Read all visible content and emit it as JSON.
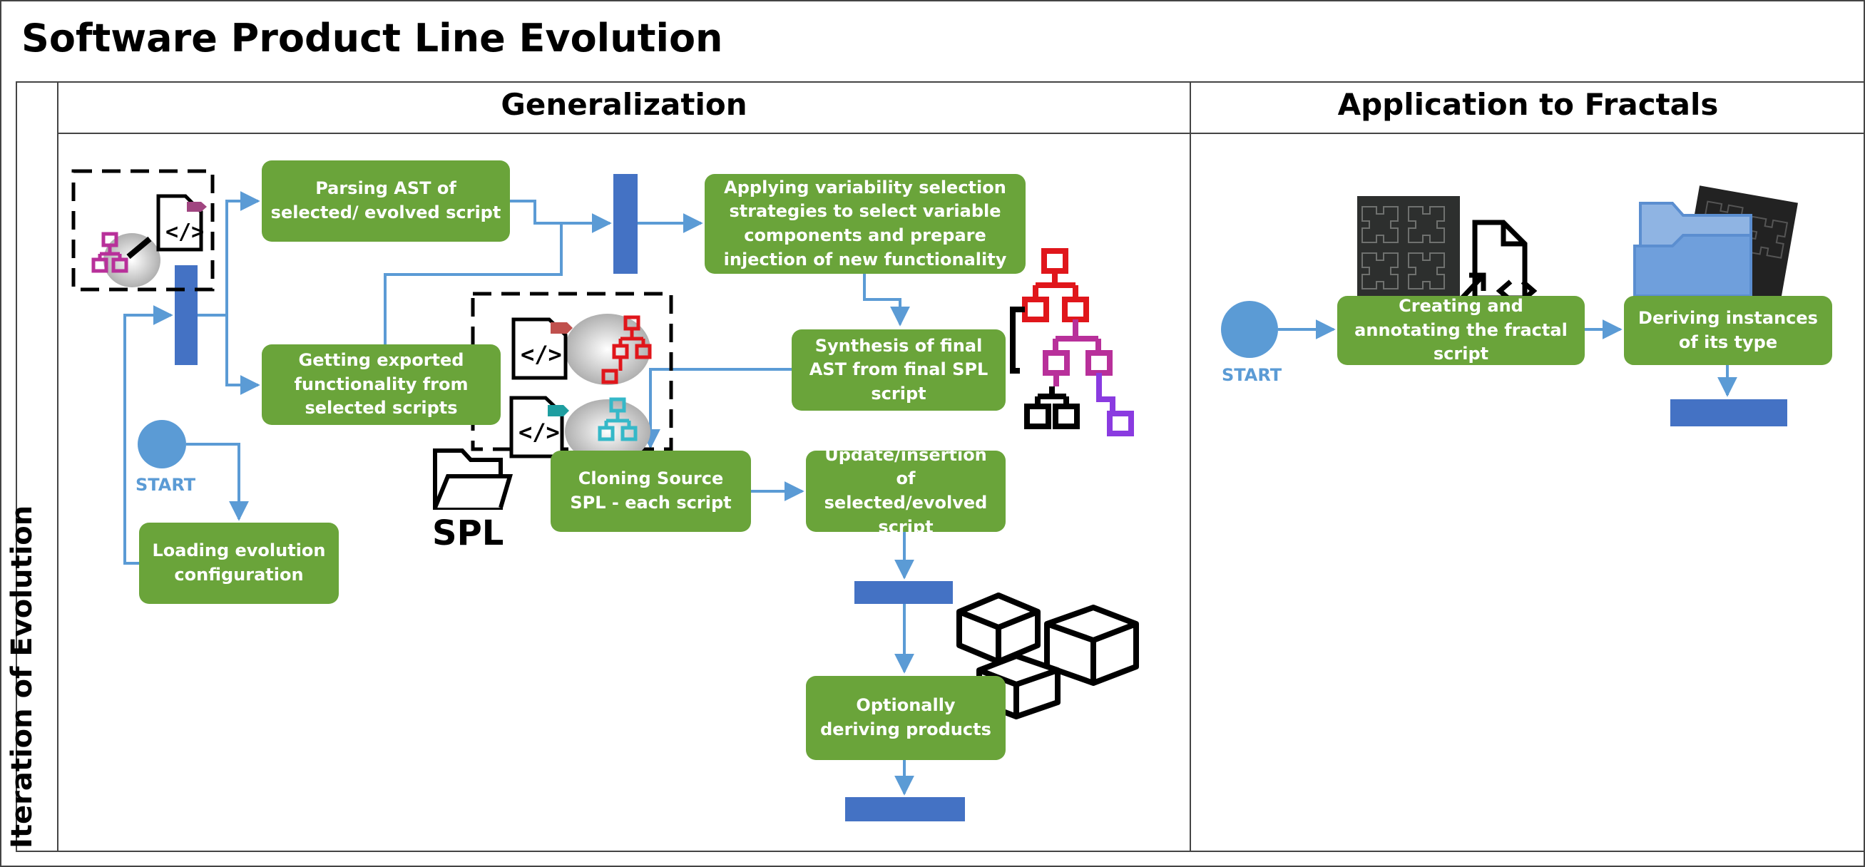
{
  "title": "Software Product Line Evolution",
  "lanes": {
    "vertical": "Iteration of Evolution",
    "generalization": "Generalization",
    "fractals": "Application to Fractals"
  },
  "nodes": {
    "parsing": "Parsing AST of selected/ evolved script",
    "applying": "Applying variability selection strategies to select variable components and prepare injection of new functionality",
    "getting": "Getting exported functionality from selected scripts",
    "synthesis": "Synthesis of final AST from final SPL script",
    "cloning": "Cloning Source SPL - each script",
    "update": "Update/insertion of selected/evolved script",
    "loading": "Loading evolution configuration",
    "deriving_products": "Optionally deriving products",
    "creating": "Creating and annotating the fractal script",
    "deriving_instances": "Deriving instances of its type"
  },
  "start_labels": {
    "left": "START",
    "right": "START"
  },
  "spl_label": "SPL",
  "colors": {
    "task": "#6aa43a",
    "bar": "#4472c4",
    "arrow": "#5b9bd5",
    "start": "#5b9bd5"
  }
}
